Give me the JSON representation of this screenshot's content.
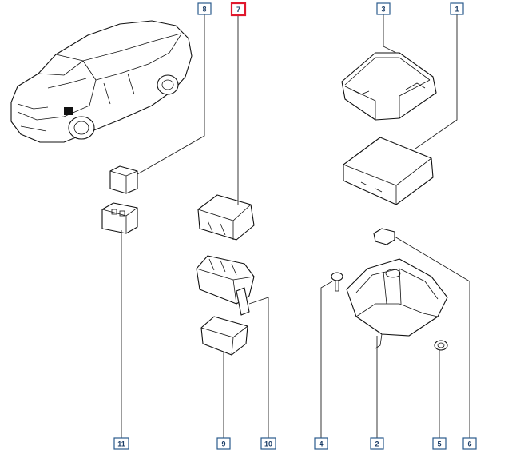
{
  "diagram": {
    "callouts": [
      {
        "id": "c8",
        "label": "8",
        "selected": false
      },
      {
        "id": "c7",
        "label": "7",
        "selected": true
      },
      {
        "id": "c3",
        "label": "3",
        "selected": false
      },
      {
        "id": "c1",
        "label": "1",
        "selected": false
      },
      {
        "id": "c11",
        "label": "11",
        "selected": false
      },
      {
        "id": "c9",
        "label": "9",
        "selected": false
      },
      {
        "id": "c10",
        "label": "10",
        "selected": false
      },
      {
        "id": "c4",
        "label": "4",
        "selected": false
      },
      {
        "id": "c2",
        "label": "2",
        "selected": false
      },
      {
        "id": "c5",
        "label": "5",
        "selected": false
      },
      {
        "id": "c6",
        "label": "6",
        "selected": false
      }
    ],
    "accent_selected": "#e0182d",
    "accent_callout": "#2a5a8c"
  }
}
